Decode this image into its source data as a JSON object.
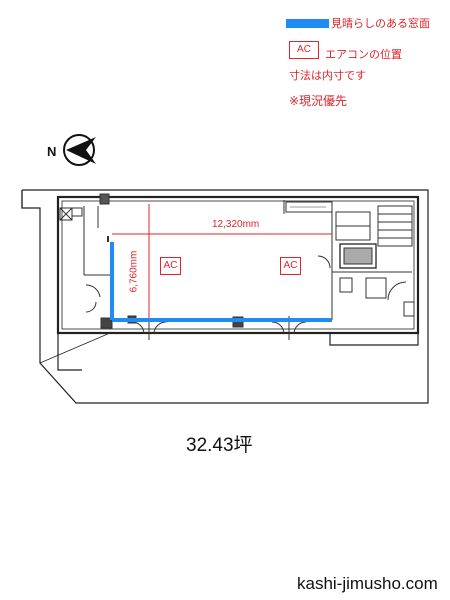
{
  "legend": {
    "view_window_label": "見晴らしのある窓面",
    "view_window_color": "#1e8cf0",
    "ac_symbol": "AC",
    "ac_label": "エアコンの位置",
    "dimension_note": "寸法は内寸です",
    "priority_note": "※現況優先",
    "text_color": "#e0242a"
  },
  "compass": {
    "direction": "N"
  },
  "plan": {
    "width_dimension": "12,320mm",
    "depth_dimension": "6,760mm",
    "ac_units": [
      "AC",
      "AC"
    ]
  },
  "area_label": "32.43坪",
  "site_label": "kashi-jimusho.com"
}
